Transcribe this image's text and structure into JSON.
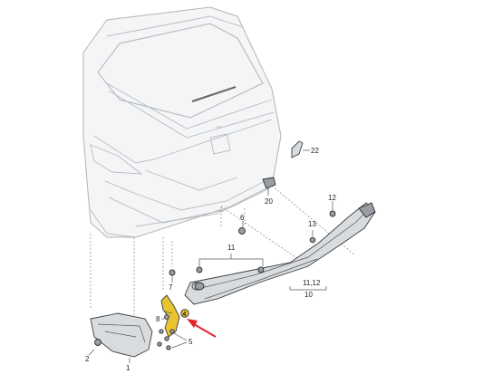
{
  "parts": {
    "p1": "1",
    "p2": "2",
    "p4": "4",
    "p5": "5",
    "p6": "6",
    "p7": "7",
    "p8": "8",
    "p10": "10",
    "p11": "11",
    "p1112": "11,12",
    "p12": "12",
    "p13": "13",
    "p20": "20",
    "p22": "22"
  },
  "colors": {
    "highlight_part": "#e8c430",
    "arrow": "#e0262b",
    "outline": "#3a3d40"
  }
}
